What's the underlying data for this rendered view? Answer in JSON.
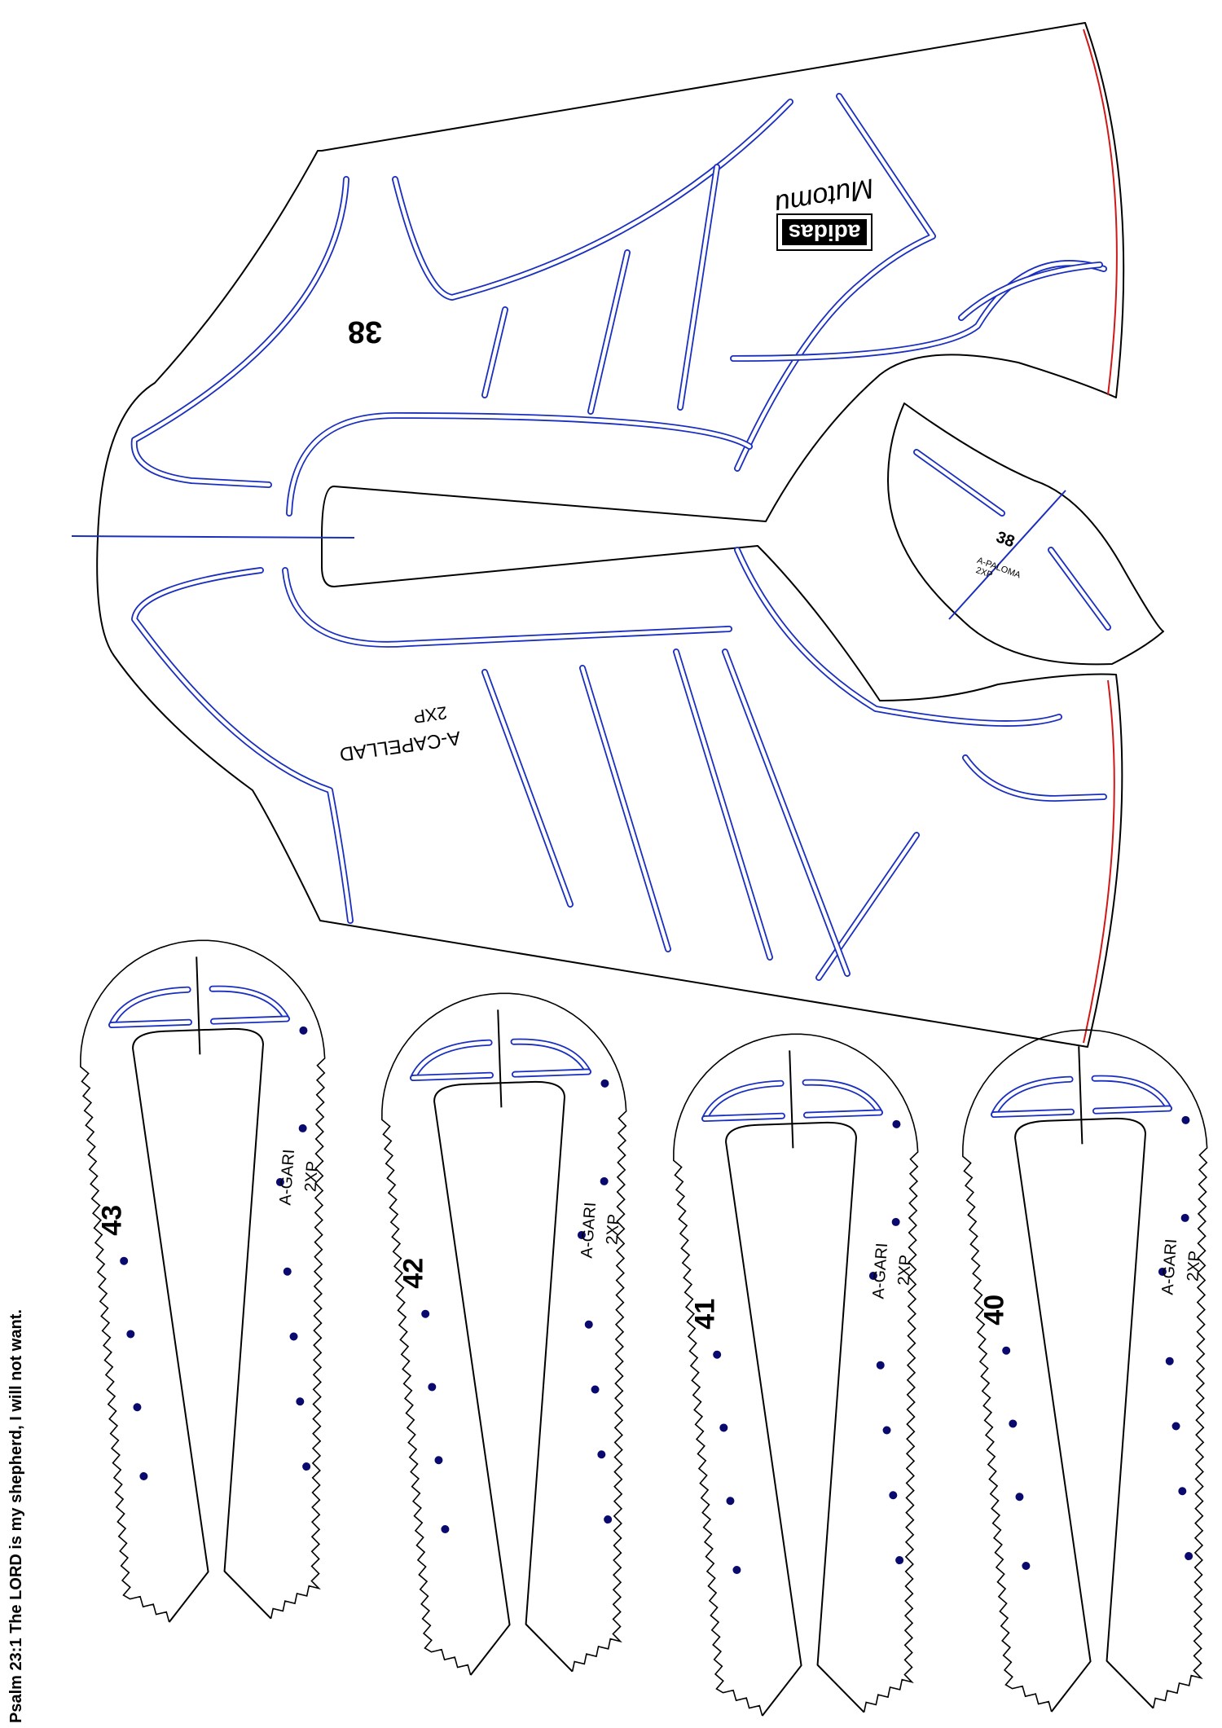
{
  "upper": {
    "size_label": "38",
    "model_label": "A-CAPELLAD",
    "count_label": "2XP",
    "brand_text": "adidas",
    "signature_text": "Mutomu"
  },
  "tongue": {
    "size_label": "38",
    "model_label": "A-PALOMA",
    "count_label": "2XP"
  },
  "insoles": [
    {
      "size": "43",
      "model": "A-GARI",
      "count": "2XP"
    },
    {
      "size": "42",
      "model": "A-GARI",
      "count": "2XP"
    },
    {
      "size": "41",
      "model": "A-GARI",
      "count": "2XP"
    },
    {
      "size": "40",
      "model": "A-GARI",
      "count": "2XP"
    }
  ],
  "footer_verse": "Psalm 23:1 The LORD is my shepherd, I will not want.",
  "colors": {
    "stitch": "#1a2fbf",
    "edge_mark": "#d01818",
    "dots": "#0a0a6e",
    "outline": "#000000"
  }
}
